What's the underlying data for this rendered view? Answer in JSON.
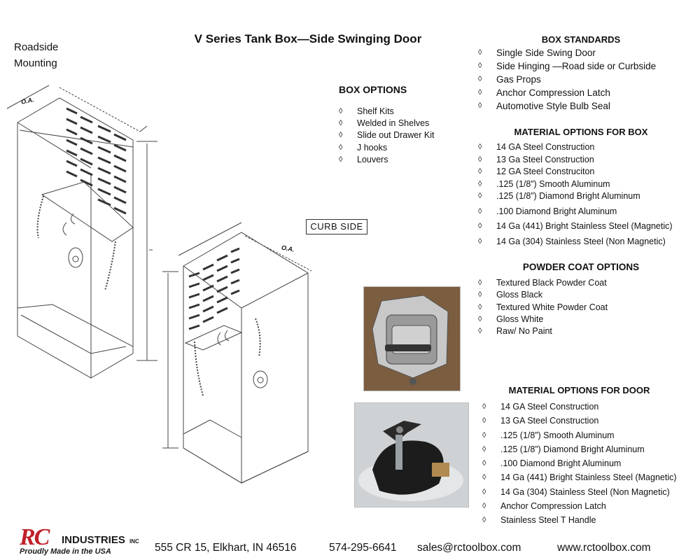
{
  "header": {
    "title": "V Series Tank Box—Side Swinging Door",
    "mounting_line1": "Roadside",
    "mounting_line2": "Mounting"
  },
  "drawing": {
    "oa_label_left": "O.A.",
    "oa_label_right": "O.A.",
    "curb_side_label": "CURB SIDE"
  },
  "box_options": {
    "heading": "BOX OPTIONS",
    "items": [
      "Shelf Kits",
      "Welded in Shelves",
      "Slide out  Drawer Kit",
      "J hooks",
      "Louvers"
    ]
  },
  "box_standards": {
    "heading": "BOX STANDARDS",
    "items": [
      "Single Side Swing Door",
      "Side Hinging —Road side or Curbside",
      "Gas Props",
      "Anchor Compression Latch",
      "Automotive Style Bulb Seal"
    ]
  },
  "material_box": {
    "heading": "MATERIAL OPTIONS FOR BOX",
    "items": [
      "14 GA Steel Construction",
      "13 Ga Steel Construction",
      "12 GA  Steel Construciton",
      ".125 (1/8”) Smooth Aluminum",
      ".125 (1/8”) Diamond Bright Aluminum",
      ".100 Diamond Bright Aluminum",
      " 14 Ga (441) Bright Stainless Steel  (Magnetic)",
      "14 Ga (304) Stainless Steel    (Non Magnetic)"
    ]
  },
  "powder_coat": {
    "heading": "POWDER COAT OPTIONS",
    "items": [
      "Textured  Black Powder  Coat",
      "Gloss Black",
      "Textured White Powder Coat",
      "Gloss White",
      "Raw/ No Paint"
    ]
  },
  "material_door": {
    "heading": "MATERIAL OPTIONS  FOR DOOR",
    "items": [
      "14 GA Steel Construction",
      "13 GA Steel Construction",
      ".125 (1/8”) Smooth Aluminum",
      ".125 (1/8”) Diamond Bright Aluminum",
      ".100 Diamond Bright Aluminum",
      "14 Ga (441) Bright Stainless Steel  (Magnetic)",
      "14 Ga (304) Stainless Steel    (Non Magnetic)",
      "Anchor Compression Latch",
      "Stainless Steel T Handle"
    ]
  },
  "bullet_glyph": "◊",
  "footer": {
    "logo_main": "RC",
    "logo_industries": "INDUSTRIES",
    "logo_inc": "INC",
    "logo_tagline": "Proudly Made in the USA",
    "address": "555 CR 15,  Elkhart,  IN  46516",
    "phone": "574-295-6641",
    "email": "sales@rctoolbox.com",
    "website": "www.rctoolbox.com"
  },
  "colors": {
    "logo_red": "#c0202a",
    "logo_dark": "#1a1a1a"
  }
}
